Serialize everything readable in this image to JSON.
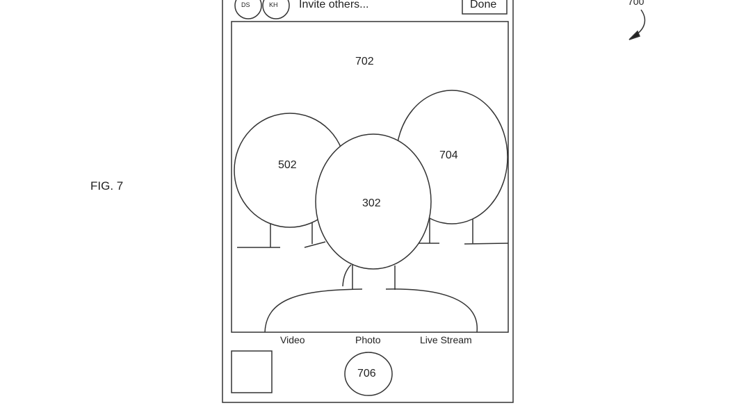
{
  "figure": {
    "label": "FIG. 7",
    "reference": "700"
  },
  "header": {
    "avatars": [
      "DS",
      "KH"
    ],
    "invite_label": "Invite others...",
    "done_label": "Done"
  },
  "viewfinder": {
    "reference": "702",
    "faces": [
      {
        "reference": "502"
      },
      {
        "reference": "704"
      },
      {
        "reference": "302"
      }
    ]
  },
  "modes": [
    "Video",
    "Photo",
    "Live Stream"
  ],
  "shutter": {
    "reference": "706"
  },
  "colors": {
    "line": "#333333",
    "background": "#ffffff"
  }
}
